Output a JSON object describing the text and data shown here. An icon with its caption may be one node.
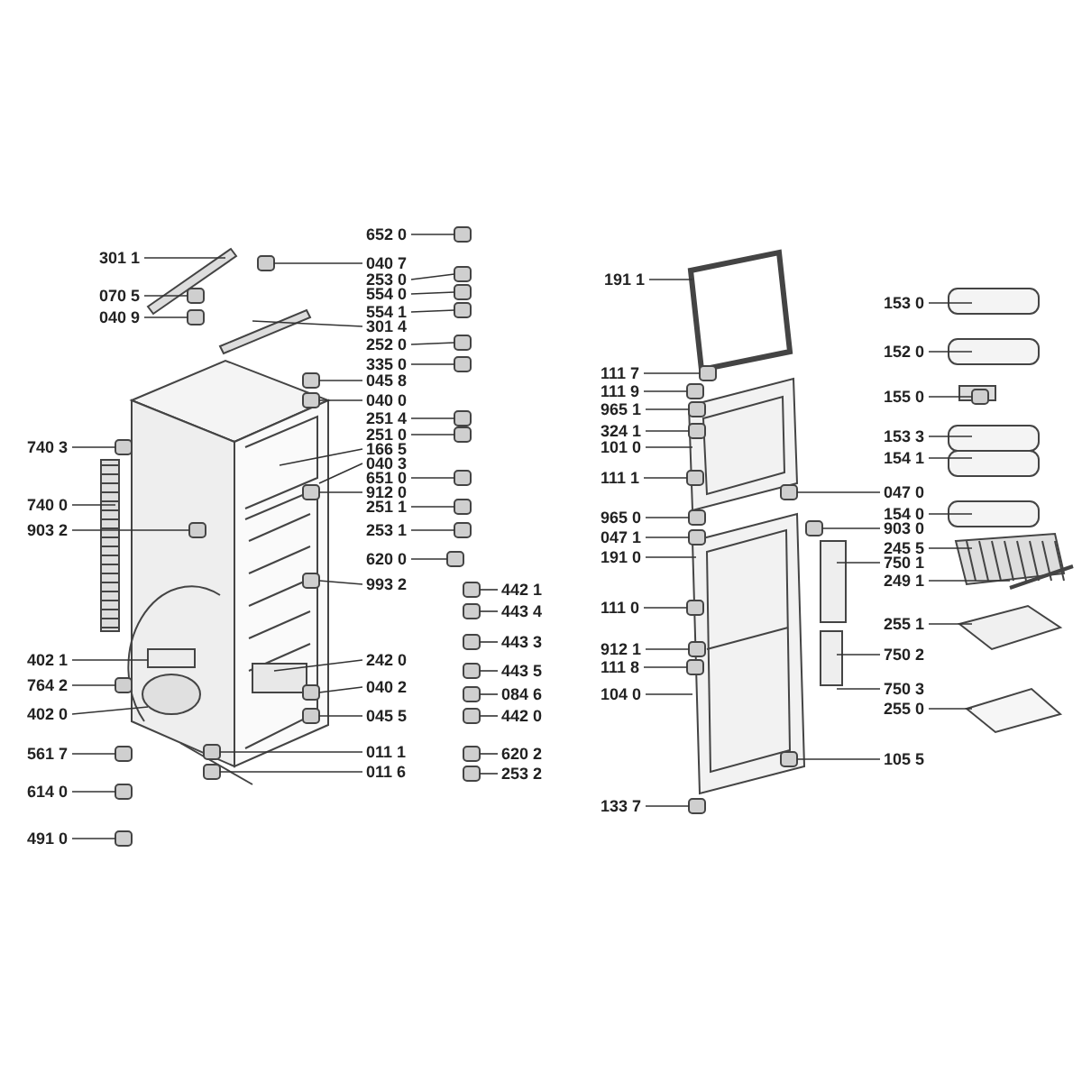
{
  "diagram": {
    "nodes": [
      {
        "text": [
          "301 1"
        ]
      },
      {
        "text": [
          "652 0"
        ]
      },
      {
        "text": [
          "040 7"
        ]
      },
      {
        "text": [
          "253 0"
        ]
      },
      {
        "text": [
          "554 0"
        ]
      },
      {
        "text": [
          "554 1"
        ]
      },
      {
        "text": [
          "070 5"
        ]
      },
      {
        "text": [
          "040 9"
        ]
      },
      {
        "text": [
          "301 4"
        ]
      },
      {
        "text": [
          "252 0"
        ]
      },
      {
        "text": [
          "335 0"
        ]
      },
      {
        "text": [
          "045 8"
        ]
      },
      {
        "text": [
          "040 0"
        ]
      },
      {
        "text": [
          "251 4"
        ]
      },
      {
        "text": [
          "251 0"
        ]
      },
      {
        "text": [
          "166 5"
        ]
      },
      {
        "text": [
          "040 3"
        ]
      },
      {
        "text": [
          "651 0"
        ]
      },
      {
        "text": [
          "912 0"
        ]
      },
      {
        "text": [
          "251 1"
        ]
      },
      {
        "text": [
          "253 1"
        ]
      },
      {
        "text": [
          "620 0"
        ]
      },
      {
        "text": [
          "993 2"
        ]
      },
      {
        "text": [
          "740 3"
        ]
      },
      {
        "text": [
          "740 0"
        ]
      },
      {
        "text": [
          "903 2"
        ]
      },
      {
        "text": [
          "402 1"
        ]
      },
      {
        "text": [
          "764 2"
        ]
      },
      {
        "text": [
          "402 0"
        ]
      },
      {
        "text": [
          "242 0"
        ]
      },
      {
        "text": [
          "040 2"
        ]
      },
      {
        "text": [
          "045 5"
        ]
      },
      {
        "text": [
          "011 1"
        ]
      },
      {
        "text": [
          "011 6"
        ]
      },
      {
        "text": [
          "561 7"
        ]
      },
      {
        "text": [
          "614 0"
        ]
      },
      {
        "text": [
          "491 0"
        ]
      },
      {
        "text": [
          "442 1"
        ]
      },
      {
        "text": [
          "443 4"
        ]
      },
      {
        "text": [
          "443 3"
        ]
      },
      {
        "text": [
          "443 5"
        ]
      },
      {
        "text": [
          "084 6"
        ]
      },
      {
        "text": [
          "442 0"
        ]
      },
      {
        "text": [
          "620 2"
        ]
      },
      {
        "text": [
          "253 2"
        ]
      },
      {
        "text": [
          "191 1"
        ]
      },
      {
        "text": [
          "153 0"
        ]
      },
      {
        "text": [
          "152 0"
        ]
      },
      {
        "text": [
          "111 7"
        ]
      },
      {
        "text": [
          "111 9"
        ]
      },
      {
        "text": [
          "965 1"
        ]
      },
      {
        "text": [
          "155 0"
        ]
      },
      {
        "text": [
          "324 1"
        ]
      },
      {
        "text": [
          "101 0"
        ]
      },
      {
        "text": [
          "153 3"
        ]
      },
      {
        "text": [
          "154 1"
        ]
      },
      {
        "text": [
          "111 1"
        ]
      },
      {
        "text": [
          "047 0"
        ]
      },
      {
        "text": [
          "965 0"
        ]
      },
      {
        "text": [
          "154 0"
        ]
      },
      {
        "text": [
          "903 0"
        ]
      },
      {
        "text": [
          "047 1"
        ]
      },
      {
        "text": [
          "245 5"
        ]
      },
      {
        "text": [
          "191 0"
        ]
      },
      {
        "text": [
          "750 1"
        ]
      },
      {
        "text": [
          "249 1"
        ]
      },
      {
        "text": [
          "111 0"
        ]
      },
      {
        "text": [
          "255 1"
        ]
      },
      {
        "text": [
          "912 1"
        ]
      },
      {
        "text": [
          "750 2"
        ]
      },
      {
        "text": [
          "111 8"
        ]
      },
      {
        "text": [
          "750 3"
        ]
      },
      {
        "text": [
          "104 0"
        ]
      },
      {
        "text": [
          "255 0"
        ]
      },
      {
        "text": [
          "105 5"
        ]
      },
      {
        "text": [
          "133 7"
        ]
      }
    ],
    "edges": [
      {
        "from": 0,
        "to": null,
        "arrow": "none"
      },
      {
        "from": 1,
        "to": null,
        "arrow": "none"
      },
      {
        "from": 2,
        "to": null,
        "arrow": "none"
      },
      {
        "from": 3,
        "to": null,
        "arrow": "none"
      },
      {
        "from": 4,
        "to": null,
        "arrow": "none"
      },
      {
        "from": 5,
        "to": null,
        "arrow": "none"
      },
      {
        "from": 6,
        "to": null,
        "arrow": "none"
      },
      {
        "from": 7,
        "to": null,
        "arrow": "none"
      },
      {
        "from": 8,
        "to": null,
        "arrow": "none"
      },
      {
        "from": 9,
        "to": null,
        "arrow": "none"
      },
      {
        "from": 10,
        "to": null,
        "arrow": "none"
      },
      {
        "from": 11,
        "to": null,
        "arrow": "none"
      },
      {
        "from": 12,
        "to": null,
        "arrow": "none"
      },
      {
        "from": 13,
        "to": null,
        "arrow": "none"
      },
      {
        "from": 14,
        "to": null,
        "arrow": "none"
      },
      {
        "from": 15,
        "to": null,
        "arrow": "none"
      },
      {
        "from": 16,
        "to": null,
        "arrow": "none"
      },
      {
        "from": 17,
        "to": null,
        "arrow": "none"
      },
      {
        "from": 18,
        "to": null,
        "arrow": "none"
      },
      {
        "from": 19,
        "to": null,
        "arrow": "none"
      },
      {
        "from": 20,
        "to": null,
        "arrow": "none"
      },
      {
        "from": 21,
        "to": null,
        "arrow": "none"
      },
      {
        "from": 22,
        "to": null,
        "arrow": "none"
      },
      {
        "from": 23,
        "to": null,
        "arrow": "none"
      },
      {
        "from": 24,
        "to": null,
        "arrow": "none"
      },
      {
        "from": 25,
        "to": null,
        "arrow": "none"
      },
      {
        "from": 26,
        "to": null,
        "arrow": "none"
      },
      {
        "from": 27,
        "to": null,
        "arrow": "none"
      },
      {
        "from": 28,
        "to": null,
        "arrow": "none"
      },
      {
        "from": 29,
        "to": null,
        "arrow": "none"
      },
      {
        "from": 30,
        "to": null,
        "arrow": "none"
      },
      {
        "from": 31,
        "to": null,
        "arrow": "none"
      },
      {
        "from": 32,
        "to": null,
        "arrow": "none"
      },
      {
        "from": 33,
        "to": null,
        "arrow": "none"
      },
      {
        "from": 34,
        "to": null,
        "arrow": "none"
      },
      {
        "from": 35,
        "to": null,
        "arrow": "none"
      },
      {
        "from": 36,
        "to": null,
        "arrow": "none"
      },
      {
        "from": 37,
        "to": null,
        "arrow": "none"
      },
      {
        "from": 38,
        "to": null,
        "arrow": "none"
      },
      {
        "from": 39,
        "to": null,
        "arrow": "none"
      },
      {
        "from": 40,
        "to": null,
        "arrow": "none"
      },
      {
        "from": 41,
        "to": null,
        "arrow": "none"
      },
      {
        "from": 42,
        "to": null,
        "arrow": "none"
      },
      {
        "from": 43,
        "to": null,
        "arrow": "none"
      },
      {
        "from": 44,
        "to": null,
        "arrow": "none"
      },
      {
        "from": 45,
        "to": null,
        "arrow": "none"
      },
      {
        "from": 46,
        "to": null,
        "arrow": "none"
      },
      {
        "from": 47,
        "to": null,
        "arrow": "none"
      },
      {
        "from": 48,
        "to": null,
        "arrow": "none"
      },
      {
        "from": 49,
        "to": null,
        "arrow": "none"
      },
      {
        "from": 50,
        "to": null,
        "arrow": "none"
      },
      {
        "from": 51,
        "to": null,
        "arrow": "none"
      },
      {
        "from": 52,
        "to": null,
        "arrow": "none"
      },
      {
        "from": 53,
        "to": null,
        "arrow": "none"
      },
      {
        "from": 54,
        "to": null,
        "arrow": "none"
      },
      {
        "from": 55,
        "to": null,
        "arrow": "none"
      },
      {
        "from": 56,
        "to": null,
        "arrow": "none"
      },
      {
        "from": 57,
        "to": null,
        "arrow": "none"
      },
      {
        "from": 58,
        "to": null,
        "arrow": "none"
      },
      {
        "from": 59,
        "to": null,
        "arrow": "none"
      },
      {
        "from": 60,
        "to": null,
        "arrow": "none"
      },
      {
        "from": 61,
        "to": null,
        "arrow": "none"
      },
      {
        "from": 62,
        "to": null,
        "arrow": "none"
      },
      {
        "from": 63,
        "to": null,
        "arrow": "none"
      },
      {
        "from": 64,
        "to": null,
        "arrow": "none"
      },
      {
        "from": 65,
        "to": null,
        "arrow": "none"
      },
      {
        "from": 66,
        "to": null,
        "arrow": "none"
      },
      {
        "from": 67,
        "to": null,
        "arrow": "none"
      },
      {
        "from": 68,
        "to": null,
        "arrow": "none"
      },
      {
        "from": 69,
        "to": null,
        "arrow": "none"
      },
      {
        "from": 70,
        "to": null,
        "arrow": "none"
      },
      {
        "from": 71,
        "to": null,
        "arrow": "none"
      },
      {
        "from": 72,
        "to": null,
        "arrow": "none"
      },
      {
        "from": 73,
        "to": null,
        "arrow": "none"
      },
      {
        "from": 74,
        "to": null,
        "arrow": "none"
      },
      {
        "from": 75,
        "to": null,
        "arrow": "none"
      }
    ]
  }
}
